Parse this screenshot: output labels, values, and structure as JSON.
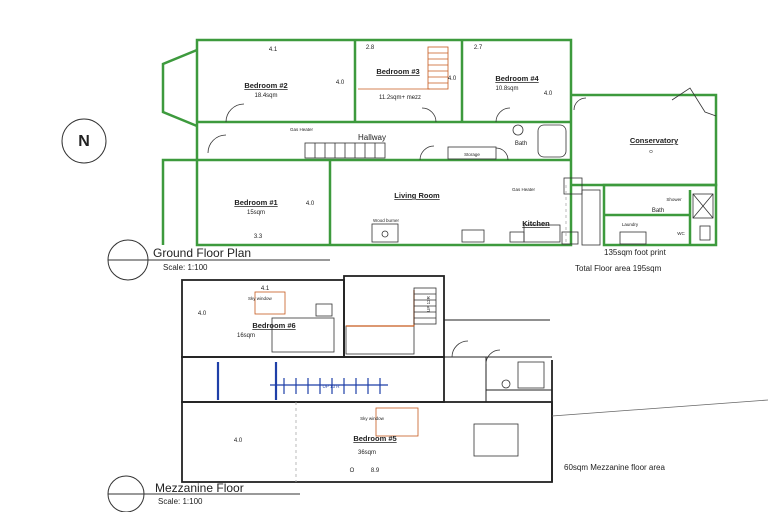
{
  "ground": {
    "bedroom2": {
      "name": "Bedroom #2",
      "area": "18.4sqm",
      "dim_top": "4.1",
      "dim_side": "4.0"
    },
    "bedroom3": {
      "name": "Bedroom #3",
      "area": "11.2sqm+ mezz",
      "dim_top": "2.8",
      "dim_side": "4.0"
    },
    "bedroom4": {
      "name": "Bedroom #4",
      "area": "10.8sqm",
      "dim_top": "2.7",
      "dim_side": "4.0"
    },
    "bedroom1": {
      "name": "Bedroom #1",
      "area": "15sqm",
      "dim_side": "4.0",
      "dim_bottom": "3.3"
    },
    "hallway": "Hallway",
    "gas_heater_1": "Gas Heater",
    "gas_heater_2": "Gas Heater",
    "storage": "Storage",
    "bath_1": "Bath",
    "bath_2": "Bath",
    "conservatory": "Conservatory",
    "conservatory_mark": "O",
    "living_room": "Living Room",
    "wood_burner": "Wood burner",
    "kitchen": "Kitchen",
    "shower": "Shower",
    "laundry": "Laundry",
    "wc": "WC",
    "title": "Ground Floor Plan",
    "scale": "Scale: 1:100",
    "footprint": "135sqm foot print",
    "total_area": "Total Floor area 195sqm",
    "north": "N"
  },
  "mezz": {
    "bedroom6": {
      "name": "Bedroom #6",
      "area": "16sqm",
      "dim_top": "4.1",
      "dim_side": "4.0",
      "sky": "Sky window"
    },
    "bedroom5": {
      "name": "Bedroom #5",
      "area": "36sqm",
      "dim_side": "4.0",
      "dim_bottom": "8.9",
      "sky": "Sky window",
      "mark": "O"
    },
    "stair_up_12r": "UP 12R",
    "stair_up_13r": "UP 13 R",
    "title": "Mezzanine Floor",
    "scale": "Scale: 1:100",
    "area_note": "60sqm Mezzanine floor area"
  }
}
